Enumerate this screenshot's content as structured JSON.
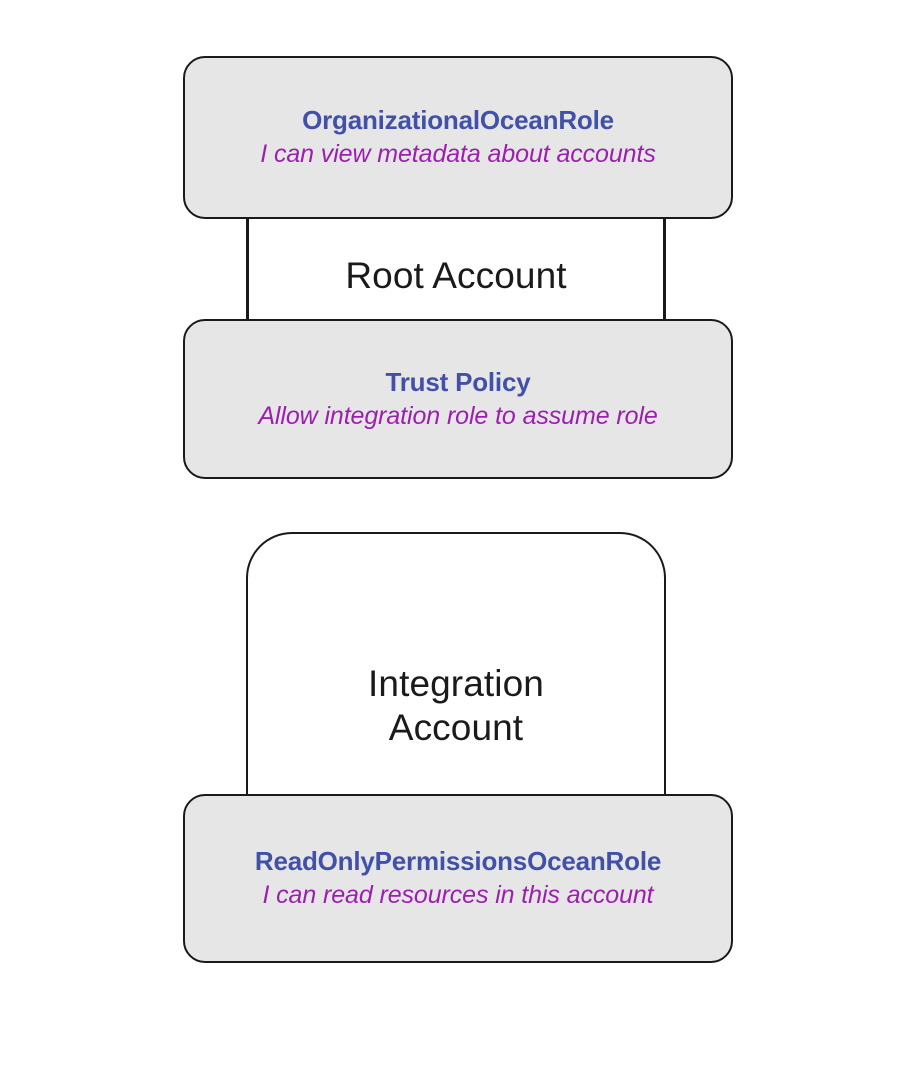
{
  "diagram": {
    "title": "AWS cross-account role trust diagram",
    "background_color": "#ffffff",
    "card_fill_color": "#e6e6e6",
    "stroke_color": "#1a1a1a",
    "title_text_color": "#4150a8",
    "subtitle_text_color": "#9c1fb0",
    "label_text_color": "#1a1a1a"
  },
  "accounts": [
    {
      "id": "root-account",
      "label": "Root Account"
    },
    {
      "id": "integration-account",
      "label": "Integration\nAccount"
    }
  ],
  "cards": [
    {
      "id": "organizational-ocean-role",
      "title": "OrganizationalOceanRole",
      "subtitle": "I can view metadata about accounts",
      "account": "Root Account"
    },
    {
      "id": "trust-policy",
      "title": "Trust Policy",
      "subtitle": "Allow integration role to assume role",
      "account": "Root Account"
    },
    {
      "id": "read-only-permissions-ocean-role",
      "title": "ReadOnlyPermissionsOceanRole",
      "subtitle": "I can read resources in this account",
      "account": "Integration Account"
    }
  ]
}
